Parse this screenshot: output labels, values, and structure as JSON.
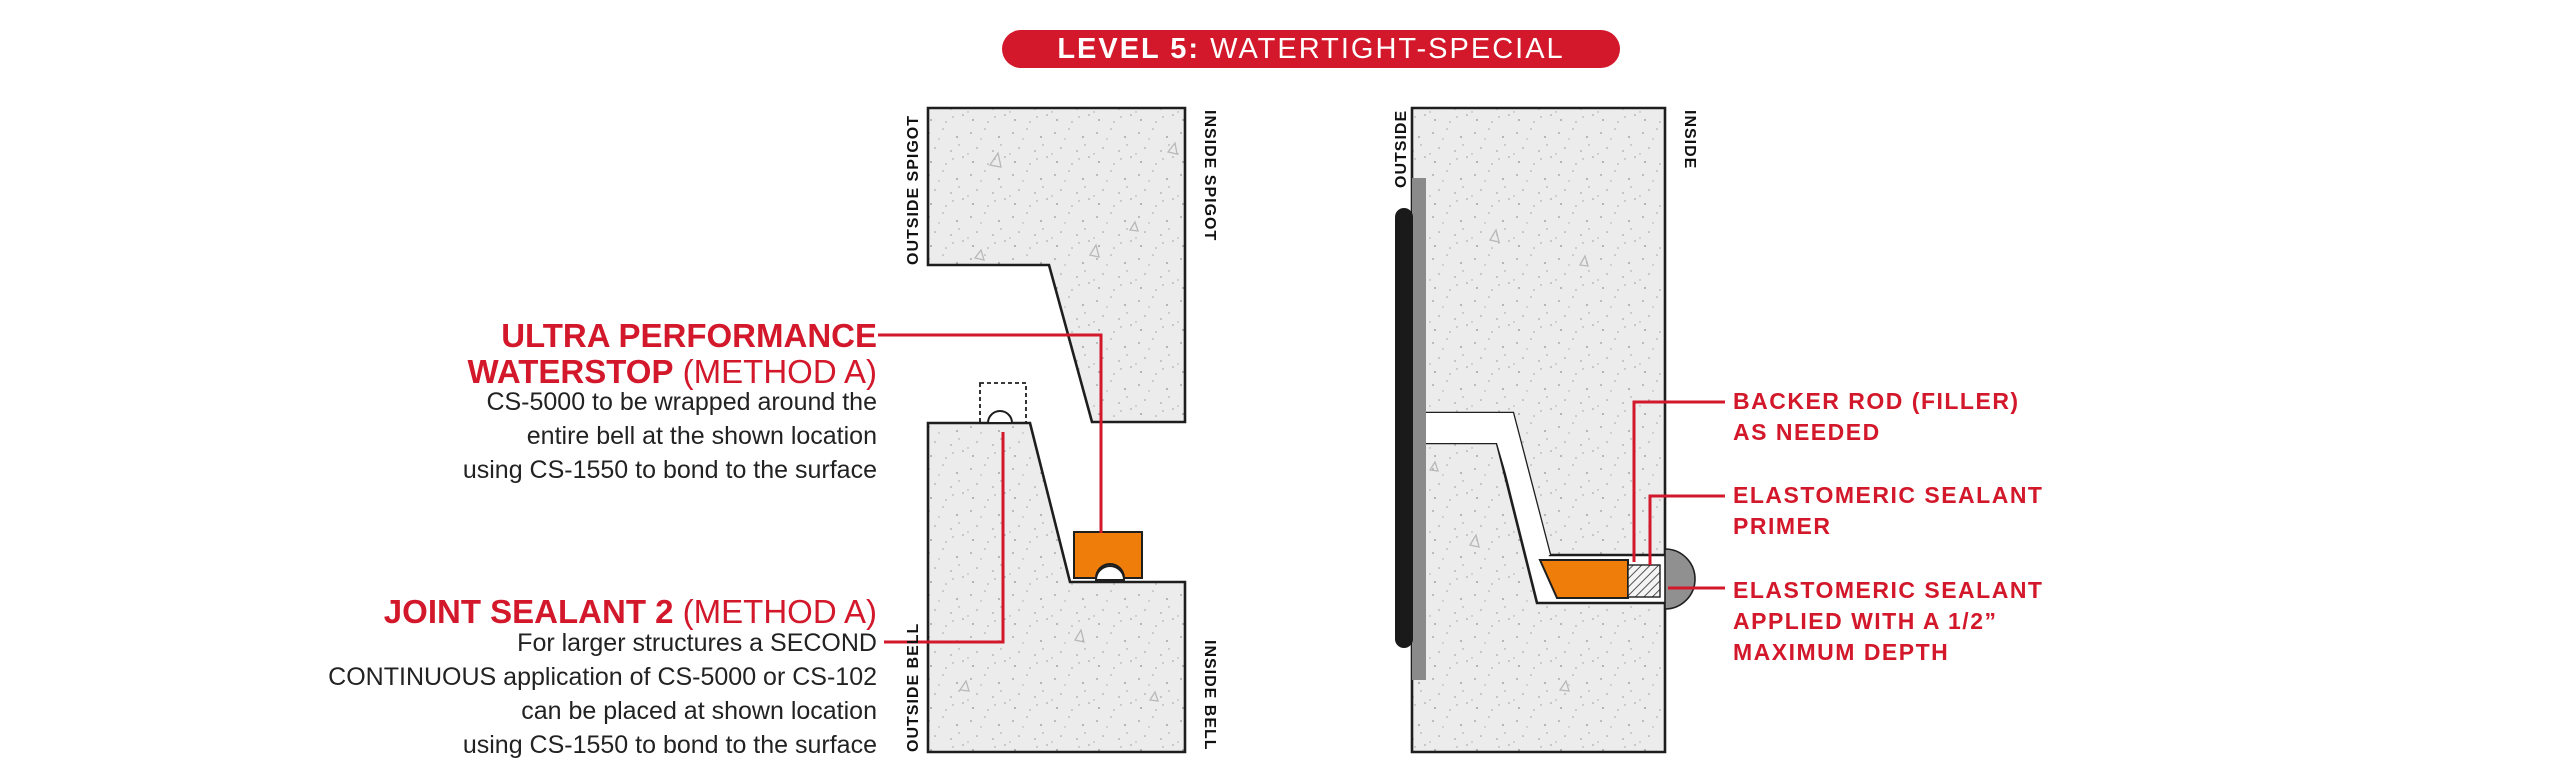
{
  "header": {
    "level": "LEVEL 5:",
    "title": "WATERTIGHT-SPECIAL"
  },
  "left_diagram": {
    "labels": {
      "outside_spigot": "OUTSIDE SPIGOT",
      "inside_spigot": "INSIDE SPIGOT",
      "outside_bell": "OUTSIDE BELL",
      "inside_bell": "INSIDE BELL"
    }
  },
  "right_diagram": {
    "labels": {
      "outside": "OUTSIDE",
      "inside": "INSIDE"
    }
  },
  "callouts": {
    "waterstop": {
      "title_line1": "ULTRA PERFORMANCE",
      "title_line2": "WATERSTOP",
      "method": " (METHOD A)",
      "desc": [
        "CS-5000 to be wrapped around the",
        "entire bell at the shown location",
        "using CS-1550 to bond to the surface"
      ]
    },
    "sealant": {
      "title": "JOINT SEALANT 2",
      "method": " (METHOD A)",
      "desc": [
        "For larger structures a SECOND",
        "CONTINUOUS application of CS-5000 or CS-102",
        "can be placed at shown location",
        "using CS-1550 to bond to the surface"
      ]
    },
    "backer_rod": {
      "line1": "BACKER ROD (FILLER)",
      "line2": "AS NEEDED"
    },
    "primer": {
      "line1": "ELASTOMERIC SEALANT",
      "line2": "PRIMER"
    },
    "applied": {
      "line1": "ELASTOMERIC SEALANT",
      "line2": "APPLIED WITH A 1/2”",
      "line3": "MAXIMUM DEPTH"
    }
  },
  "colors": {
    "accent": "#d2182a",
    "concrete": "#ececec",
    "orange": "#ef7d0a",
    "outline": "#1e1e1e",
    "black_membrane": "#1a1a1a",
    "gray_membrane": "#8a8a8a"
  }
}
